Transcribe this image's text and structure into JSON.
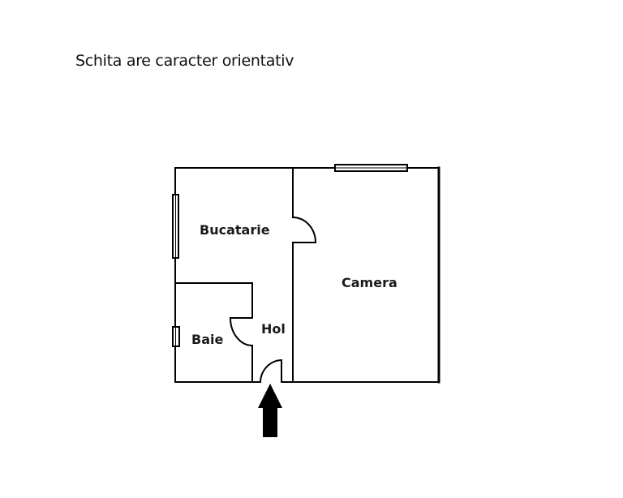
{
  "caption": "Schita are caracter orientativ",
  "colors": {
    "background": "#ffffff",
    "lines": "#000000",
    "text": "#111111"
  },
  "rooms": [
    {
      "id": "bucatarie",
      "label": "Bucatarie"
    },
    {
      "id": "camera",
      "label": "Camera"
    },
    {
      "id": "baie",
      "label": "Baie"
    },
    {
      "id": "hol",
      "label": "Hol"
    }
  ],
  "doors": [
    {
      "id": "door-bucatarie-hol"
    },
    {
      "id": "door-baie-hol"
    },
    {
      "id": "door-entrance"
    }
  ],
  "windows": [
    {
      "id": "window-bucatarie"
    },
    {
      "id": "window-camera"
    },
    {
      "id": "window-baie"
    }
  ],
  "entrance_arrow": {
    "direction": "up"
  }
}
